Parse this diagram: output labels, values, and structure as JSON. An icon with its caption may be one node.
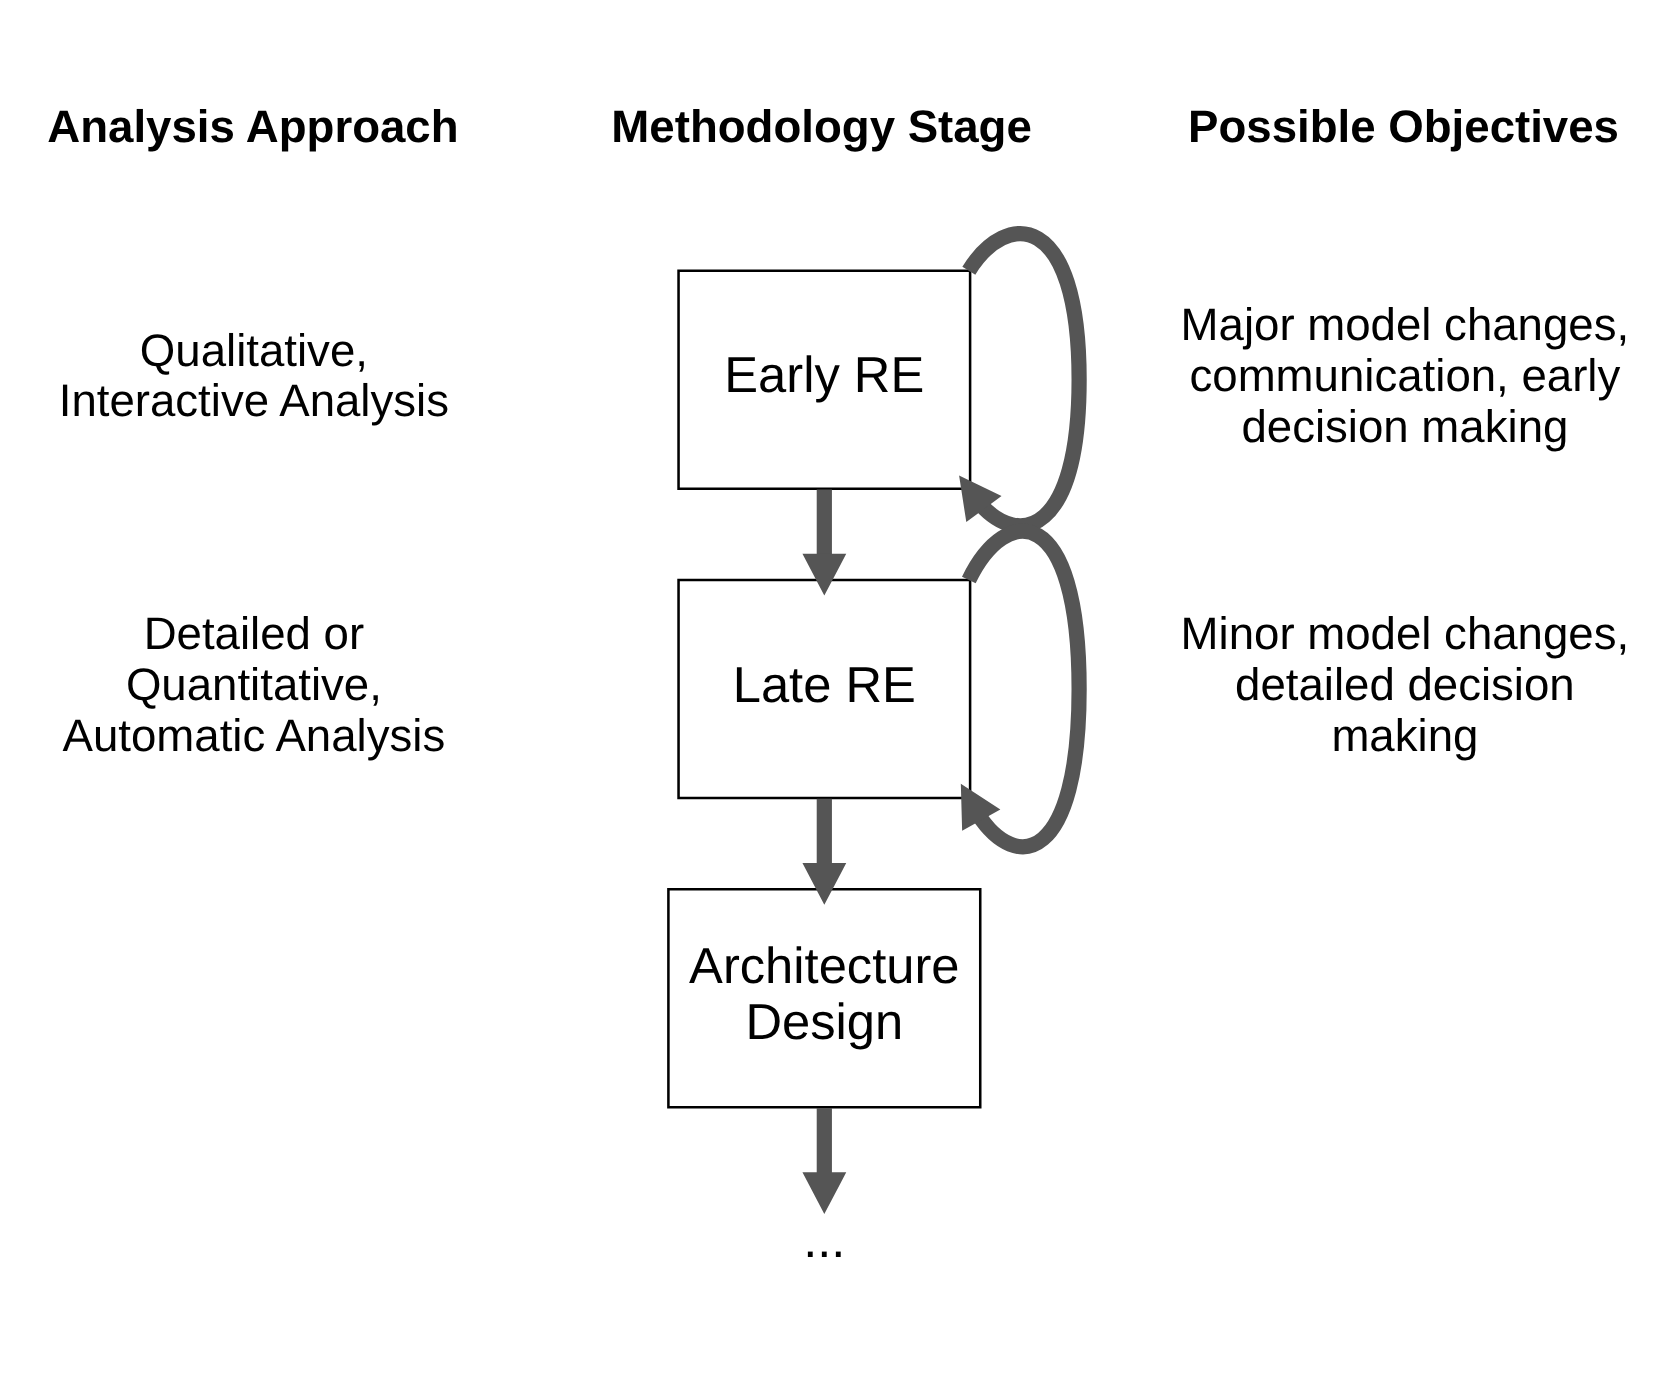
{
  "diagram": {
    "nodes": [
      {
        "text": [
          "Early RE"
        ]
      },
      {
        "text": [
          "Late RE"
        ]
      },
      {
        "text": [
          "Architecture Design"
        ]
      },
      {
        "text": [
          "..."
        ]
      }
    ],
    "edges": [
      {
        "from": 0,
        "to": 0,
        "arrow": "to"
      },
      {
        "from": 0,
        "to": 1,
        "arrow": "to"
      },
      {
        "from": 1,
        "to": 1,
        "arrow": "to"
      },
      {
        "from": 1,
        "to": 2,
        "arrow": "to"
      },
      {
        "from": 2,
        "to": 3,
        "arrow": "to"
      }
    ],
    "labels": [
      "Analysis Approach",
      "Methodology Stage",
      "Possible Objectives",
      "Qualitative, Interactive Analysis",
      "Major model changes, communication, early decision making",
      "Detailed or Quantitative, Automatic Analysis",
      "Minor model changes, detailed decision making"
    ]
  }
}
